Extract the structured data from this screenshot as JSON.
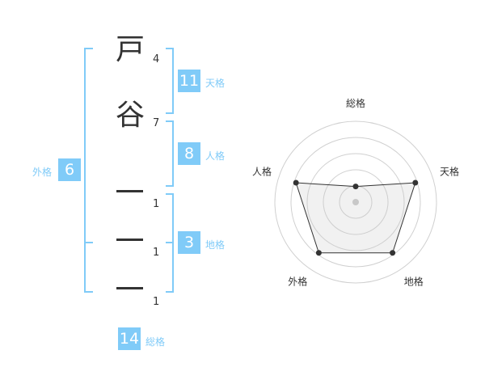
{
  "name_chars": [
    {
      "char": "戸",
      "strokes": "4"
    },
    {
      "char": "谷",
      "strokes": "7"
    },
    {
      "char": "一",
      "strokes": "1"
    },
    {
      "char": "一",
      "strokes": "1"
    },
    {
      "char": "一",
      "strokes": "1"
    }
  ],
  "fortunes": {
    "tenkaku": {
      "label": "天格",
      "value": "11"
    },
    "jinkaku": {
      "label": "人格",
      "value": "8"
    },
    "chikaku": {
      "label": "地格",
      "value": "3"
    },
    "gaikaku": {
      "label": "外格",
      "value": "6"
    },
    "soukaku": {
      "label": "総格",
      "value": "14"
    }
  },
  "colors": {
    "accent": "#80cbf8",
    "text": "#333333"
  },
  "chart_data": {
    "type": "radar",
    "axes": [
      "総格",
      "天格",
      "地格",
      "外格",
      "人格"
    ],
    "values": [
      1,
      4,
      4,
      4,
      4
    ],
    "range": [
      0,
      5
    ],
    "rings": 5
  }
}
